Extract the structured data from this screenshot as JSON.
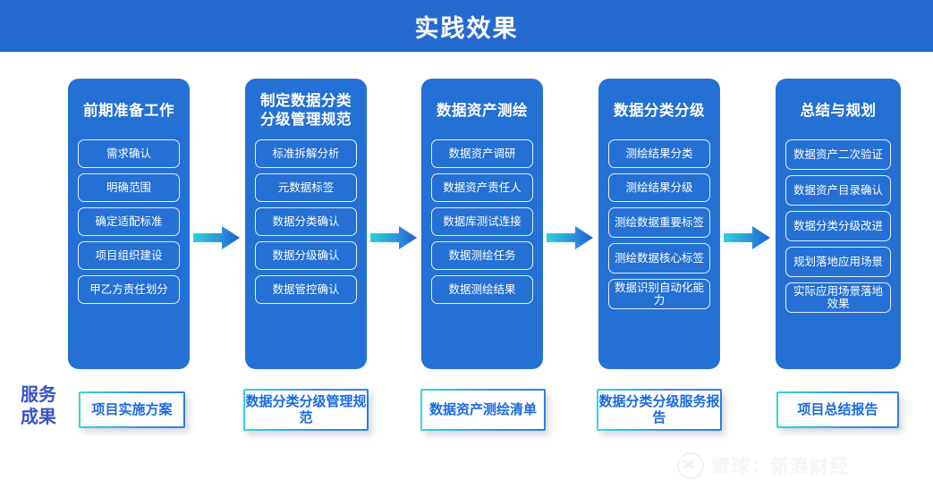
{
  "header": {
    "title": "实践效果",
    "bg_color": "#2469ce",
    "text_color": "#ffffff"
  },
  "theme": {
    "phase_blue": "#2470d4",
    "outcome_text": "#1a6ae0",
    "outcome_border_start": "#35d6d6",
    "outcome_border_end": "#2f7de0",
    "label_color": "#3a51c8",
    "arrow_start": "#2fd0d6",
    "arrow_end": "#1f5fd0"
  },
  "phases": [
    {
      "title": "前期准备工作",
      "items": [
        "需求确认",
        "明确范围",
        "确定适配标准",
        "项目组织建设",
        "甲乙方责任划分"
      ]
    },
    {
      "title": "制定数据分类分级管理规范",
      "items": [
        "标准拆解分析",
        "元数据标签",
        "数据分类确认",
        "数据分级确认",
        "数据管控确认"
      ]
    },
    {
      "title": "数据资产测绘",
      "items": [
        "数据资产调研",
        "数据资产责任人",
        "数据库测试连接",
        "数据测绘任务",
        "数据测绘结果"
      ]
    },
    {
      "title": "数据分类分级",
      "items": [
        "测绘结果分类",
        "测绘结果分级",
        "测绘数据重要标签",
        "测绘数据核心标签",
        "数据识别自动化能力"
      ]
    },
    {
      "title": "总结与规划",
      "items": [
        "数据资产二次验证",
        "数据资产目录确认",
        "数据分类分级改进",
        "规划落地应用场景",
        "实际应用场景落地效果"
      ]
    }
  ],
  "arrows": [
    {
      "name": "arrow-phase-1-to-2"
    },
    {
      "name": "arrow-phase-2-to-3"
    },
    {
      "name": "arrow-phase-3-to-4"
    },
    {
      "name": "arrow-phase-4-to-5"
    }
  ],
  "outcomes": {
    "label": "服务成果",
    "items": [
      "项目实施方案",
      "数据分类分级管理规范",
      "数据资产测绘清单",
      "数据分类分级服务报告",
      "项目总结报告"
    ]
  },
  "watermark": {
    "text": "雪球：新浪财经",
    "logo": "xueqiu-logo-icon"
  }
}
